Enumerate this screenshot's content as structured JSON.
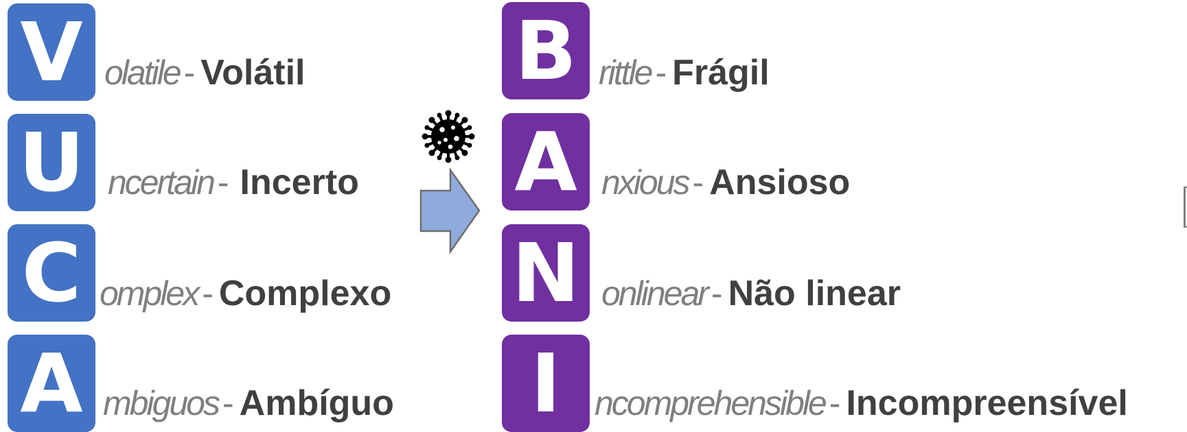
{
  "vuca": [
    {
      "letter": "V",
      "english_rest": "olatile",
      "portuguese": "Volátil"
    },
    {
      "letter": "U",
      "english_rest": "ncertain",
      "portuguese": "Incerto"
    },
    {
      "letter": "C",
      "english_rest": "omplex",
      "portuguese": "Complexo"
    },
    {
      "letter": "A",
      "english_rest": "mbiguos",
      "portuguese": "Ambíguo"
    }
  ],
  "bani": [
    {
      "letter": "B",
      "english_rest": "rittle",
      "portuguese": "Frágil"
    },
    {
      "letter": "A",
      "english_rest": "nxious",
      "portuguese": "Ansioso"
    },
    {
      "letter": "N",
      "english_rest": "onlinear",
      "portuguese": "Não linear"
    },
    {
      "letter": "I",
      "english_rest": "ncomprehensible",
      "portuguese": "Incompreensível"
    }
  ],
  "separator": "-",
  "icons": {
    "transition": "virus-icon",
    "arrow": "right-arrow-icon"
  },
  "colors": {
    "vuca_tile": "#4472c4",
    "bani_tile": "#7030a0",
    "english_text": "#7f7f7f",
    "portuguese_text": "#404040",
    "arrow_fill": "#8faadc",
    "arrow_stroke": "#6d6d6d",
    "virus": "#000000"
  }
}
